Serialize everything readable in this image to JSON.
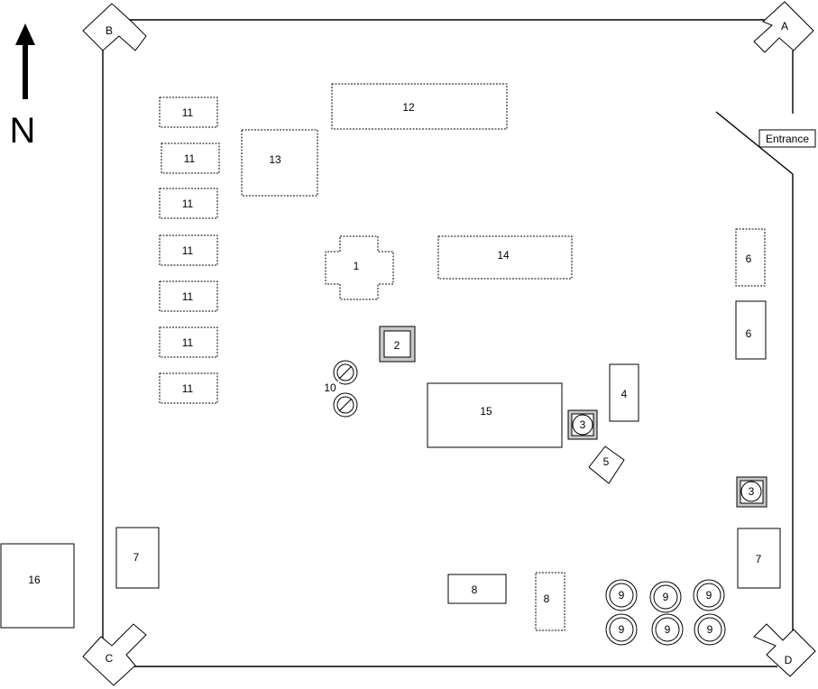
{
  "north": {
    "label": "N"
  },
  "corners": {
    "a": "A",
    "b": "B",
    "c": "C",
    "d": "D"
  },
  "entrance": {
    "label": "Entrance"
  },
  "items": {
    "n1": "1",
    "n2": "2",
    "n3": "3",
    "n4": "4",
    "n5": "5",
    "n6": "6",
    "n7": "7",
    "n8": "8",
    "n9": "9",
    "n10": "10",
    "n11": "11",
    "n12": "12",
    "n13": "13",
    "n14": "14",
    "n15": "15",
    "n16": "16"
  }
}
